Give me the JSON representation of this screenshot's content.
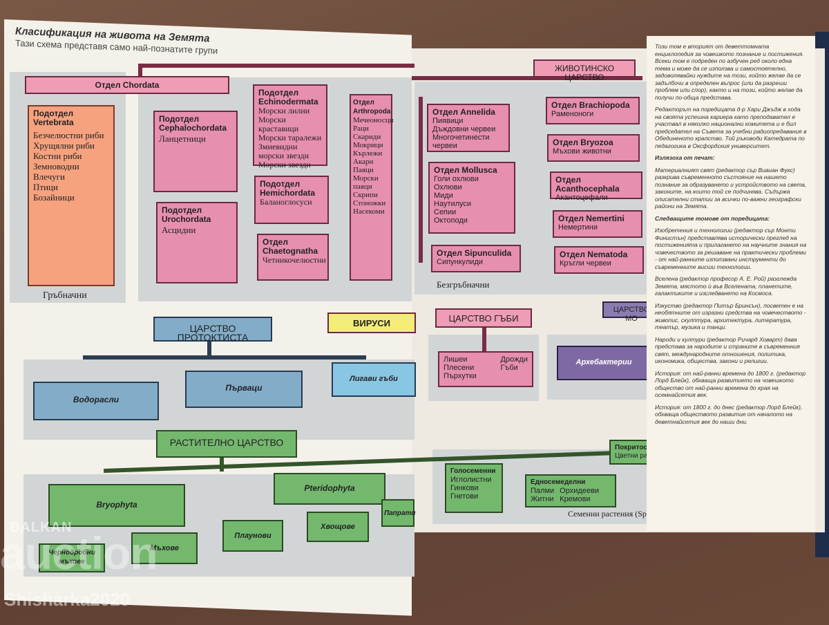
{
  "page": {
    "title": "Класификация на живота на Земята",
    "subtitle": "Тази схема представя само най-познатите групи"
  },
  "chordata": {
    "header": "Отдел Chordata",
    "vertebrata": {
      "title": "Подотдел Vertebrata",
      "items": [
        "Безчелюстни риби",
        "Хрущялни риби",
        "Костни риби",
        "Земноводни",
        "Влечуги",
        "Птици",
        "Бозайници"
      ]
    },
    "cephalochordata": {
      "title": "Подотдел Cephalochordata",
      "items": [
        "Ланцетници"
      ]
    },
    "urochordata": {
      "title": "Подотдел Urochordata",
      "items": [
        "Асцидии"
      ]
    },
    "echinodermata": {
      "title": "Подотдел Echinodermata",
      "items": [
        "Морски лилии",
        "Морски краставици",
        "Морски таралежи",
        "Змиевидни морски звезди",
        "Морски звезди"
      ]
    },
    "hemichordata": {
      "title": "Подотдел Hemichordata",
      "items": [
        "Баланоглосуси"
      ]
    },
    "chaetognatha": {
      "title": "Отдел Chaetognatha",
      "items": [
        "Четинкочелюстни"
      ]
    },
    "arthropoda": {
      "title": "Отдел Arthropoda",
      "items": [
        "Мечеоносци",
        "Раци",
        "Скариди",
        "Мокрици",
        "Кърлежи",
        "Акари",
        "Паяци",
        "Морски паяци",
        "Скрипи",
        "Стоножки",
        "Насекоми"
      ]
    },
    "label_vertebrates": "Гръбначни"
  },
  "animal_kingdom": "ЖИВОТИНСКО ЦАРСТВО",
  "invertebrates": {
    "annelida": {
      "title": "Отдел Annelida",
      "items": [
        "Пиявици",
        "Дъждовни червеи",
        "Многочетинести червеи"
      ]
    },
    "mollusca": {
      "title": "Отдел Mollusca",
      "items": [
        "Голи охлюви",
        "Охлюви",
        "Миди",
        "Наутилуси",
        "Сепии",
        "Октоподи"
      ]
    },
    "sipunculida": {
      "title": "Отдел Sipunculida",
      "items": [
        "Сипункулиди"
      ]
    },
    "brachiopoda": {
      "title": "Отдел Brachiopoda",
      "items": [
        "Раменоноги"
      ]
    },
    "bryozoa": {
      "title": "Отдел Bryozoa",
      "items": [
        "Мъхови животни"
      ]
    },
    "acanthocephala": {
      "title": "Отдел Acanthocephala",
      "items": [
        "Акантоцефали"
      ]
    },
    "nemertini": {
      "title": "Отдел Nemertini",
      "items": [
        "Немертини"
      ]
    },
    "nematoda": {
      "title": "Отдел Nematoda",
      "items": [
        "Кръгли червеи"
      ]
    },
    "label": "Безгръбначни"
  },
  "protoctista": {
    "title": "ЦАРСТВО ПРОТОКТИСТА",
    "children": [
      "Водорасли",
      "Първаци",
      "Лигави гъби"
    ]
  },
  "viruses": "ВИРУСИ",
  "fungi": {
    "title": "ЦАРСТВО ГЪБИ",
    "items_left": [
      "Лишеи",
      "Плесени",
      "Пърхутки"
    ],
    "items_right": [
      "Дрожди",
      "Гъби"
    ]
  },
  "monera": {
    "title": "ЦАРСТВО МО",
    "child": "Архебактерии"
  },
  "plants": {
    "title": "РАСТИТЕЛНО ЦАРСТВО",
    "bryophyta": "Bryophyta",
    "pteridophyta": "Pteridophyta",
    "liverworts": "Чернодробни мъхове",
    "mosses": "Мъхове",
    "clubmosses": "Плаунови",
    "horsetails": "Хвощове",
    "ferns": "Папрати",
    "gymnosperms": {
      "title": "Голосеменни",
      "items": [
        "Иглолистни",
        "Гинкови",
        "Гнетови"
      ]
    },
    "angiosperms": {
      "title": "Покритосеменни",
      "subtitle": "Цветни растения"
    },
    "monocots": {
      "title": "Едносемеделни",
      "items_left": [
        "Палми",
        "Житни"
      ],
      "items_right": [
        "Орхидееви",
        "Кремови"
      ]
    },
    "seed_plants": "Семенни растения (Spermatophy"
  },
  "sidecard": {
    "intro": "Този том е вторият от деветтомната енциклопедия за човешкото познание и постижения. Всеки том е подреден по азбучен ред около една тема и може да се използва и самостоятелно, задоволявайки нуждите на този, който желае да се задълбочи в определен въпрос (или да разреши проблем или спор), както и на този, който желае да получи по-обща представа.",
    "editor": "Редакторът на поредицата д-р Хари Джъдж в хода на своята успешна кариера като преподавател е участвал в няколко национални комитета и е бил председател на Съвета за учебни радиопредавания в Обединеното кралство. Той ръководи Катедрата по педагогика в Оксфордския университет.",
    "printed_label": "Излязоха от печат:",
    "printed": "Материалният свят (редактор сър Вивиан Фукс) разкрива съвременното състояние на нашето познание за образуването и устройството на света, законите, на които той се подчинява. Съдържа описателни статии за всички по-важни географски райони на Земята.",
    "next_label": "Следващите томове от поредицата:",
    "v1": "Изобретения и технологии (редактор сър Монти Финистън) представлява исторически преглед на постиженията и прилагането на научните знания на човечеството за решаване на практически проблеми - от най-ранните използвани инструменти до съвременните висши технологии.",
    "v2": "Вселена (редактор професор А. Е. Рой) разглежда Земята, мястото ѝ във Вселената, планетите, галактиките и изследването на Космоса.",
    "v3": "Изкуство (редактор Питър Бринсън), посветен е на необятните от изразни средства на човечеството - живопис, скулптура, архитектура, литература, театър, музика и танци.",
    "v4": "Народи и култури (редактор Ричард Ховарт) дава представа за народите и страните в съвременния свят, международните отношения, политика, икономика, общества, закони и религии.",
    "v5": "История: от най-ранни времена до 1800 г. (редактор Лорд Блейк), обхваща развитието на човешкото общество от най-ранни времена до края на осемнайсетия век.",
    "v6": "История: от 1800 г. до днес (редактор Лорд Блейк), обхваща обществото развитие от началото на деветнайсетия век до наши дни."
  },
  "watermark": {
    "line1": "BALKAN",
    "line2": "auction",
    "line3": "Shisharka2020"
  }
}
